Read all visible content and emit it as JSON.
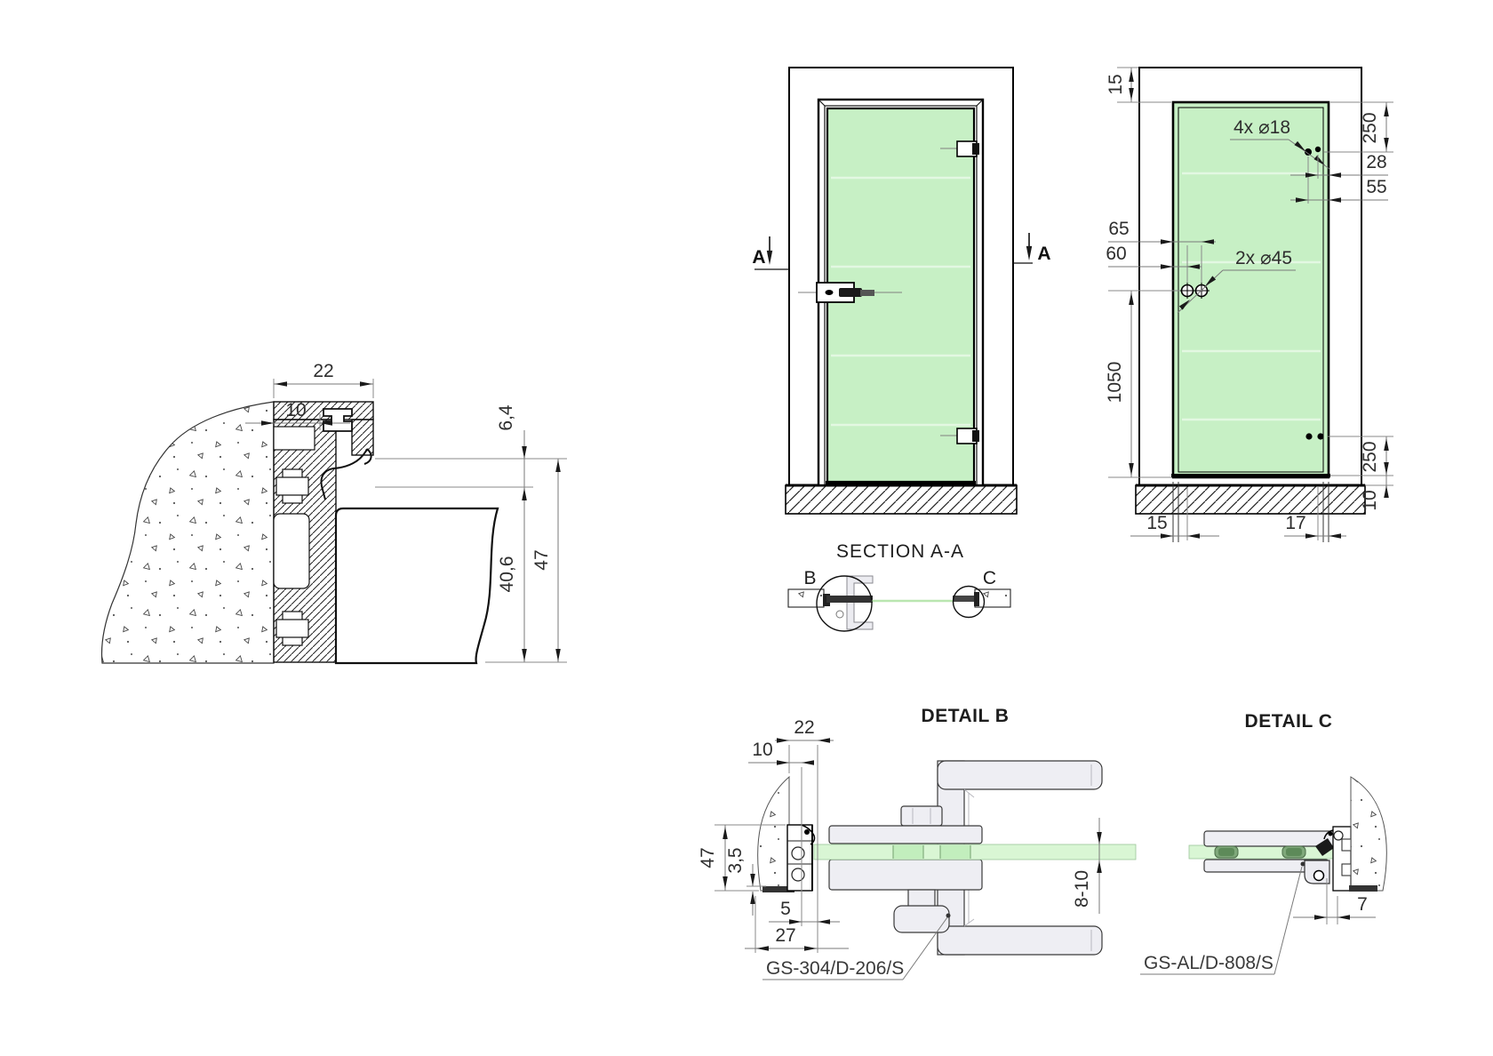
{
  "drawing": {
    "frame_section": {
      "dims": {
        "profile_width": "22",
        "wall_overlap": "10",
        "glass_inset": "6,4",
        "glass_depth": "40,6",
        "profile_height": "47"
      }
    },
    "front_view": {
      "section_marker_left": "A",
      "section_marker_right": "A"
    },
    "hole_layout": {
      "labels": {
        "hinge_holes": "4x ⌀18",
        "lock_holes": "2x ⌀45"
      },
      "dims": {
        "top_gap": "15",
        "hinge_top_offset": "250",
        "hole_edge_1": "28",
        "hole_edge_2": "55",
        "lock_edge_1": "65",
        "lock_edge_2": "60",
        "lock_height": "1050",
        "hinge_bottom_offset": "250",
        "floor_gap": "10",
        "bottom_left": "15",
        "bottom_right": "17"
      }
    },
    "section_aa": {
      "title": "SECTION A-A",
      "detail_b_marker": "B",
      "detail_c_marker": "C"
    },
    "detail_b": {
      "title": "DETAIL B",
      "part_code": "GS-304/D-206/S",
      "dims": {
        "profile_width": "22",
        "wall_overlap": "10",
        "profile_height": "47",
        "gasket_gap": "3,5",
        "stop_width": "5",
        "cover_width": "27",
        "glass_thickness": "8-10"
      }
    },
    "detail_c": {
      "title": "DETAIL C",
      "part_code": "GS-AL/D-808/S",
      "dims": {
        "frame_gap": "7"
      }
    }
  },
  "colors": {
    "glass": "#c7f0c5",
    "glass_detail": "#d9f6d4",
    "glass_section_line": "#b9e6b0",
    "bushing": "#7fa87a",
    "dim_line": "#7a7a7a",
    "outline": "#1a1a1a",
    "hardware": "#eeeef3"
  }
}
